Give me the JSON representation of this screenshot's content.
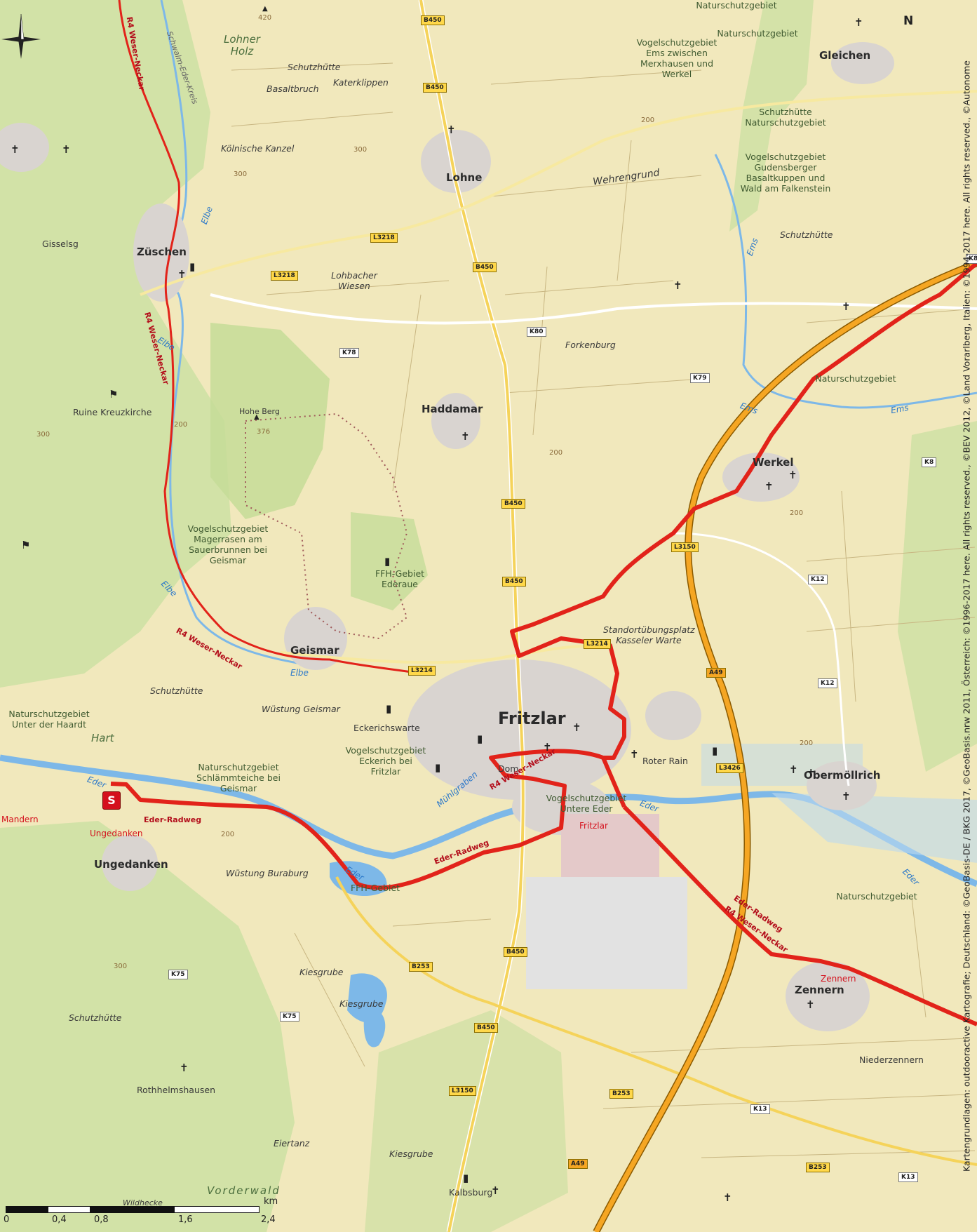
{
  "places": {
    "fritzlar": "Fritzlar",
    "lohne": "Lohne",
    "zueschen": "Züschen",
    "haddamar": "Haddamar",
    "werkel": "Werkel",
    "geismar": "Geismar",
    "ungedanken": "Ungedanken",
    "zennern": "Zennern",
    "obermoellrich": "Obermöllrich",
    "gleichen": "Gleichen"
  },
  "minor_places": {
    "gisselsg": "Gisselsg",
    "kalbsburg": "Kalbsburg",
    "rothhelmshausen": "Rothhelmshausen",
    "niederzennern": "Niederzennern",
    "roter_rain": "Roter Rain",
    "dom": "Dom",
    "ungedanken_red": "Ungedanken",
    "zennern_red": "Zennern",
    "fritzlar_red": "Fritzlar",
    "mandern": "Mandern"
  },
  "areas": {
    "ns_top": "Naturschutzgebiet",
    "ns_top2": "Naturschutzgebiet",
    "vs_ems": "Vogelschutzgebiet Ems zwischen Merxhausen und Werkel",
    "schutz_ns_right": "Schutzhütte Naturschutzgebiet",
    "vs_gudensberger": "Vogelschutzgebiet Gudensberger Basaltkuppen und Wald am Falkenstein",
    "ns_werkel": "Naturschutzgebiet",
    "vs_magerrasen": "Vogelschutzgebiet Magerrasen am Sauerbrunnen bei Geismar",
    "ffh_ederaue": "FFH-Gebiet Ederaue",
    "ns_haardt": "Naturschutzgebiet Unter der Haardt",
    "ns_schlamm": "Naturschutzgebiet Schlämmteiche bei Geismar",
    "vs_eckerich": "Vogelschutzgebiet Eckerich bei Fritzlar",
    "vs_untere_eder": "Vogelschutzgebiet Untere Eder",
    "ns_right": "Naturschutzgebiet",
    "ffh_gebiet": "FFH-Gebiet",
    "standort": "Standortübungsplatz Kasseler Warte"
  },
  "features": {
    "lohner_holz": "Lohner Holz",
    "schutzhuette_top": "Schutzhütte",
    "katerklippen": "Katerklippen",
    "basaltbruch": "Basaltbruch",
    "koelnische_kanzel": "Kölnische Kanzel",
    "wehrengrund": "Wehrengrund",
    "lohbacher": "Lohbacher Wiesen",
    "forkenburg": "Forkenburg",
    "schutzhuette_right": "Schutzhütte",
    "ruine": "Ruine Kreuzkirche",
    "hohe_berg": "Hohe Berg",
    "schutzhuette_mid": "Schutzhütte",
    "wuestung_geismar": "Wüstung Geismar",
    "eckerichswarte": "Eckerichswarte",
    "hart": "Hart",
    "wuestung_buraburg": "Wüstung Buraburg",
    "kiesgrube1": "Kiesgrube",
    "kiesgrube2": "Kiesgrube",
    "schutzhuette_low": "Schutzhütte",
    "eiertanz": "Eiertanz",
    "kiesgrube3": "Kiesgrube",
    "vorderwald": "Vorderwald",
    "wildhecke": "Wildhecke"
  },
  "waters": {
    "elbe1": "Elbe",
    "elbe2": "Elbe",
    "elbe3": "Elbe",
    "elbe4": "Elbe",
    "ems1": "Ems",
    "ems2": "Ems",
    "ems3": "Ems",
    "eder1": "Eder",
    "eder2": "Eder",
    "eder3": "Eder",
    "eder4": "Eder",
    "muehlgraben": "Mühlgraben"
  },
  "roads": {
    "b450_a": "B450",
    "b450_b": "B450",
    "b450_c": "B450",
    "b450_d": "B450",
    "b450_e": "B450",
    "b450_f": "B450",
    "b450_g": "B450",
    "l3218_a": "L3218",
    "l3218_b": "L3218",
    "k78": "K78",
    "k80": "K80",
    "k79": "K79",
    "k8": "K8",
    "k8_edge": "K8",
    "l3150_a": "L3150",
    "l3150_b": "L3150",
    "k12_a": "K12",
    "k12_b": "K12",
    "l3214_a": "L3214",
    "l3214_b": "L3214",
    "a49_a": "A49",
    "a49_b": "A49",
    "l3426": "L3426",
    "b253_a": "B253",
    "b253_b": "B253",
    "b253_c": "B253",
    "k75_a": "K75",
    "k75_b": "K75",
    "k13_a": "K13",
    "k13_b": "K13"
  },
  "route_labels": {
    "r4_top": "R4 Weser-Neckar",
    "r4_mid": "R4 Weser-Neckar",
    "r4_geismar": "R4 Weser-Neckar",
    "r4_fritzlar": "R4 Weser-Neckar",
    "eder_radweg_start": "Eder-Radweg",
    "eder_radweg_mid": "Eder-Radweg",
    "eder_radweg_right": "Eder-Radweg",
    "r4_right": "R4 Weser-Neckar",
    "schwalm": "Schwalm-Eder-Kreis"
  },
  "elevations": {
    "e420": "420",
    "e376": "376",
    "e200a": "200",
    "e200b": "200",
    "e200c": "200",
    "e200d": "200",
    "e300a": "300",
    "e300b": "300",
    "e300c": "300",
    "e300d": "300",
    "e200e": "200",
    "e200f": "200"
  },
  "start_marker": "S",
  "north_label": "N",
  "scale": {
    "ticks": [
      "0",
      "0,4",
      "0,8",
      "1,6",
      "2,4"
    ],
    "unit": "km"
  },
  "copyright": "Kartengrundlagen: outdooractive Kartografie; Deutschland: ©GeoBasis-DE / BKG 2017, ©GeoBasis.nrw 2011, Österreich: ©1996-2017 here. All rights reserved., ©BEV 2012, ©Land Vorarlberg, Italien: ©1994-2017 here. All rights reserved., ©Autonome",
  "colors": {
    "route": "#e2231a",
    "motorway": "#f5a623",
    "water": "#7db8e8",
    "forest": "#cfe0a6",
    "town": "#d9d4d0"
  }
}
